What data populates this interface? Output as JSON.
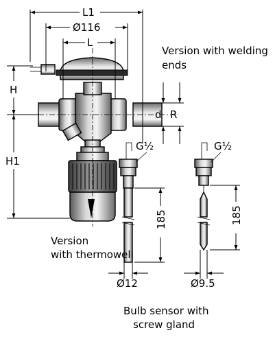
{
  "dimensions": {
    "l1": "L1",
    "flange_diameter": "Ø116",
    "l": "L",
    "h": "H",
    "h1": "H1",
    "d": "d",
    "r": "R",
    "thread_left": "G½",
    "thread_right": "G½",
    "length_left": "185",
    "length_right": "185",
    "tube_diameter_left": "Ø12",
    "tube_diameter_right": "Ø9.5"
  },
  "captions": {
    "welding_line1": "Version with welding",
    "welding_line2": "ends",
    "thermowell_line1": "Version",
    "thermowell_line2": "with thermowell",
    "bulb_line1": "Bulb sensor with",
    "bulb_line2": "screw gland"
  }
}
